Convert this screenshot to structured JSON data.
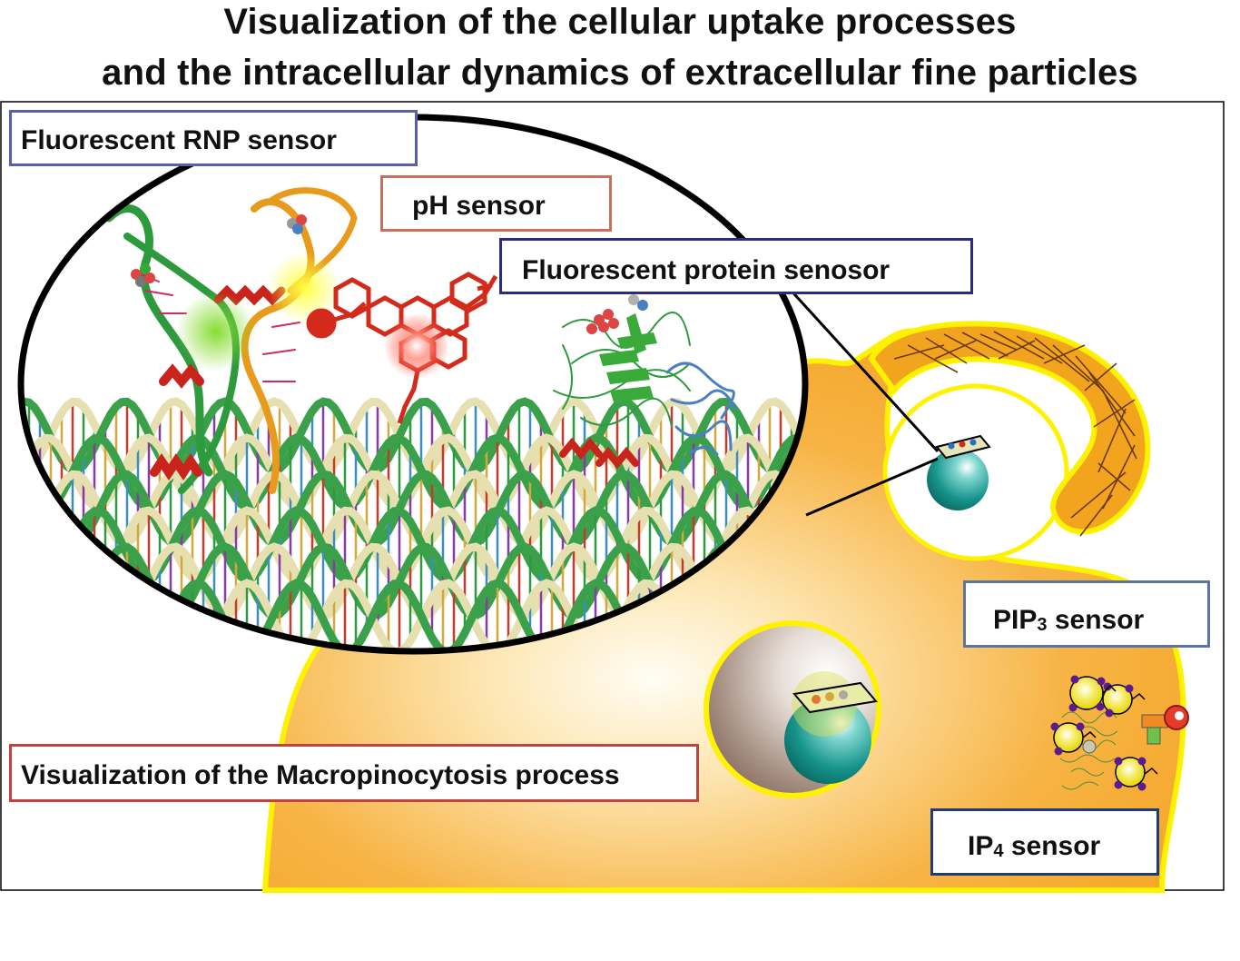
{
  "title": {
    "line1": "Visualization of the cellular uptake processes",
    "line2": "and the intracellular dynamics of extracellular fine particles"
  },
  "labels": {
    "rnp_sensor": "Fluorescent RNP sensor",
    "ph_sensor": "pH sensor",
    "protein_sensor": "Fluorescent protein senosor",
    "pip3_prefix": "PIP",
    "pip3_sub": "3",
    "pip3_suffix": " sensor",
    "ip4_prefix": "IP",
    "ip4_sub": "4",
    "ip4_suffix": " sensor",
    "macropinocytosis": "Visualization of the Macropinocytosis process"
  },
  "colors": {
    "cell_fill": "#f5a623",
    "cell_edge": "#fff200",
    "particle": "#1a9e96",
    "frame": "#000000",
    "rna_green": "#2e9a3e",
    "rna_orange": "#e89a1c",
    "protein_red": "#d42a1c",
    "protein_blue": "#4a7fc1"
  }
}
